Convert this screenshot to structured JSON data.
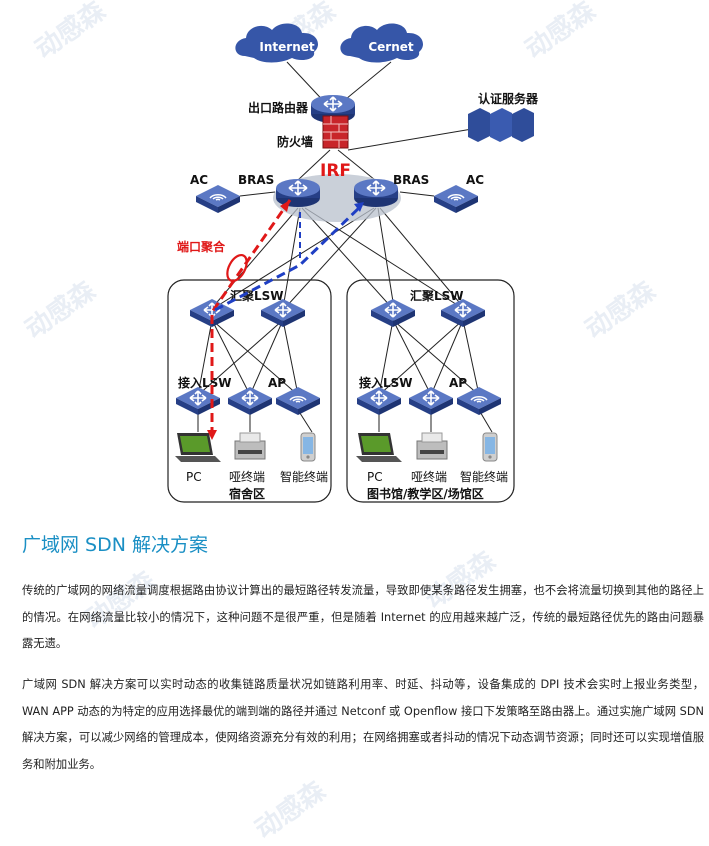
{
  "diagram": {
    "internet": "Internet",
    "cernet": "Cernet",
    "exit_router": "出口路由器",
    "firewall": "防火墙",
    "auth_server": "认证服务器",
    "irf": "IRF",
    "ac_left": "AC",
    "bras_left": "BRAS",
    "bras_right": "BRAS",
    "ac_right": "AC",
    "port_aggregation": "端口聚合",
    "left_zone": {
      "agg": "汇聚LSW",
      "access": "接入LSW",
      "ap": "AP",
      "pc": "PC",
      "dumb": "哑终端",
      "smart": "智能终端",
      "name": "宿舍区"
    },
    "right_zone": {
      "agg": "汇聚LSW",
      "access": "接入LSW",
      "ap": "AP",
      "pc": "PC",
      "dumb": "哑终端",
      "smart": "智能终端",
      "name": "图书馆/教学区/场馆区"
    },
    "colors": {
      "device_blue": "#2f4d9a",
      "cloud_blue": "#3656a8",
      "alert_red": "#e01818",
      "path_blue": "#1f3fc4"
    }
  },
  "heading": "广域网 SDN 解决方案",
  "paragraphs": [
    "传统的广域网的网络流量调度根据路由协议计算出的最短路径转发流量，导致即使某条路径发生拥塞，也不会将流量切换到其他的路径上的情况。在网络流量比较小的情况下，这种问题不是很严重，但是随着 Internet 的应用越来越广泛，传统的最短路径优先的路由问题暴露无遗。",
    "广域网 SDN 解决方案可以实时动态的收集链路质量状况如链路利用率、时延、抖动等，设备集成的 DPI 技术会实时上报业务类型，WAN APP 动态的为特定的应用选择最优的端到端的路径并通过 Netconf 或 Openflow 接口下发策略至路由器上。通过实施广域网 SDN 解决方案，可以减少网络的管理成本，使网络资源充分有效的利用；在网络拥塞或者抖动的情况下动态调节资源；同时还可以实现增值服务和附加业务。"
  ],
  "watermark": "动感森"
}
